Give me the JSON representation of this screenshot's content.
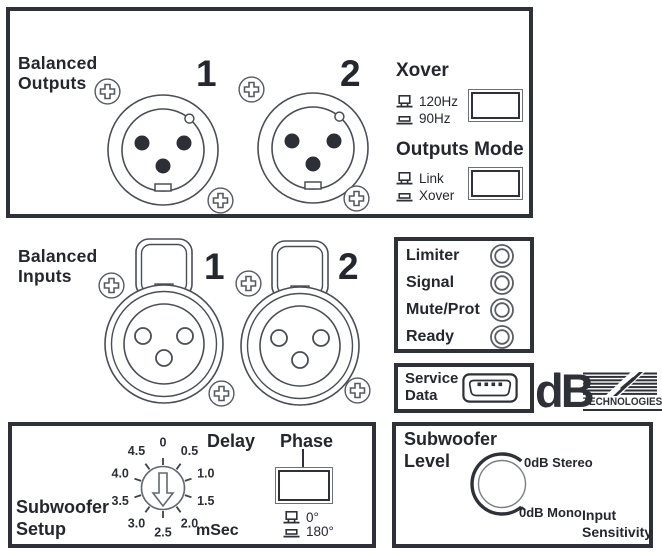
{
  "outputs": {
    "title_line1": "Balanced",
    "title_line2": "Outputs",
    "jack1_label": "1",
    "jack2_label": "2",
    "xover": {
      "title": "Xover",
      "option_up": "120Hz",
      "option_down": "90Hz"
    },
    "mode": {
      "title": "Outputs Mode",
      "option_up": "Link",
      "option_down": "Xover"
    }
  },
  "inputs": {
    "title_line1": "Balanced",
    "title_line2": "Inputs",
    "jack1_label": "1",
    "jack2_label": "2"
  },
  "leds": {
    "items": [
      "Limiter",
      "Signal",
      "Mute/Prot",
      "Ready"
    ]
  },
  "service": {
    "title_line1": "Service",
    "title_line2": "Data"
  },
  "logo": {
    "mark": "dB",
    "text": "TECHNOLOGIES"
  },
  "setup": {
    "title_line1": "Subwoofer",
    "title_line2": "Setup",
    "delay": {
      "title": "Delay",
      "unit": "mSec",
      "scale": [
        "0",
        "0.5",
        "1.0",
        "1.5",
        "2.0",
        "2.5",
        "3.0",
        "3.5",
        "4.0",
        "4.5"
      ]
    },
    "phase": {
      "title": "Phase",
      "option_up": "0°",
      "option_down": "180°"
    }
  },
  "level": {
    "title_line1": "Subwoofer",
    "title_line2": "Level",
    "stereo_label": "0dB Stereo",
    "mono_label": "0dB Mono",
    "sensitivity_line1": "Input",
    "sensitivity_line2": "Sensitivity"
  },
  "colors": {
    "line": "#2e3138",
    "text": "#24272e"
  }
}
